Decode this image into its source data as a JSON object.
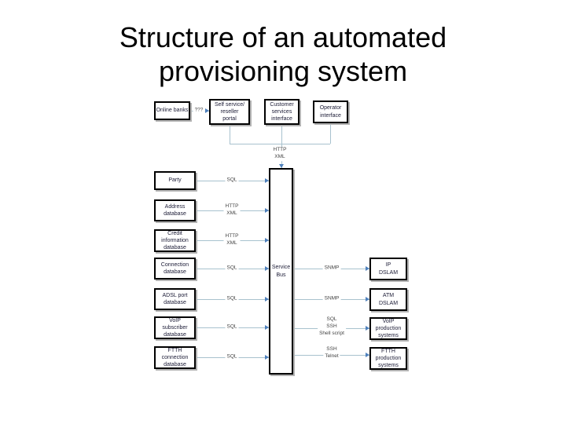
{
  "slide": {
    "title": "Structure of an automated\nprovisioning system"
  },
  "diagram": {
    "top": {
      "online_banks": "Online banks",
      "question_label": "???",
      "self_service_portal": "Self service/\nreseller\nportal",
      "customer_services": "Customer\nservices\ninterface",
      "operator_interface": "Operator\ninterface",
      "bus_link_protocol": "HTTP\nXML"
    },
    "service_bus": "Service\nBus",
    "left": [
      {
        "label": "Party",
        "protocol": "SQL"
      },
      {
        "label": "Address\ndatabase",
        "protocol": "HTTP\nXML"
      },
      {
        "label": "Credit\ninformation\ndatabase",
        "protocol": "HTTP\nXML"
      },
      {
        "label": "Connection\ndatabase",
        "protocol": "SQL"
      },
      {
        "label": "ADSL port\ndatabase",
        "protocol": "SQL"
      },
      {
        "label": "VoIP\nsubscriber\ndatabase",
        "protocol": "SQL"
      },
      {
        "label": "FTTH\nconnection\ndatabase",
        "protocol": "SQL"
      }
    ],
    "right": [
      {
        "label": "IP\nDSLAM",
        "protocol": "SNMP"
      },
      {
        "label": "ATM\nDSLAM",
        "protocol": "SNMP"
      },
      {
        "label": "VoIP\nproduction\nsystems",
        "protocol": "SQL\nSSH\nShell script"
      },
      {
        "label": "FTTH\nproduction\nsystems",
        "protocol": "SSH\nTelnet"
      }
    ],
    "colors": {
      "line": "#a8c2ce",
      "arrowhead": "#4f81bd"
    }
  }
}
